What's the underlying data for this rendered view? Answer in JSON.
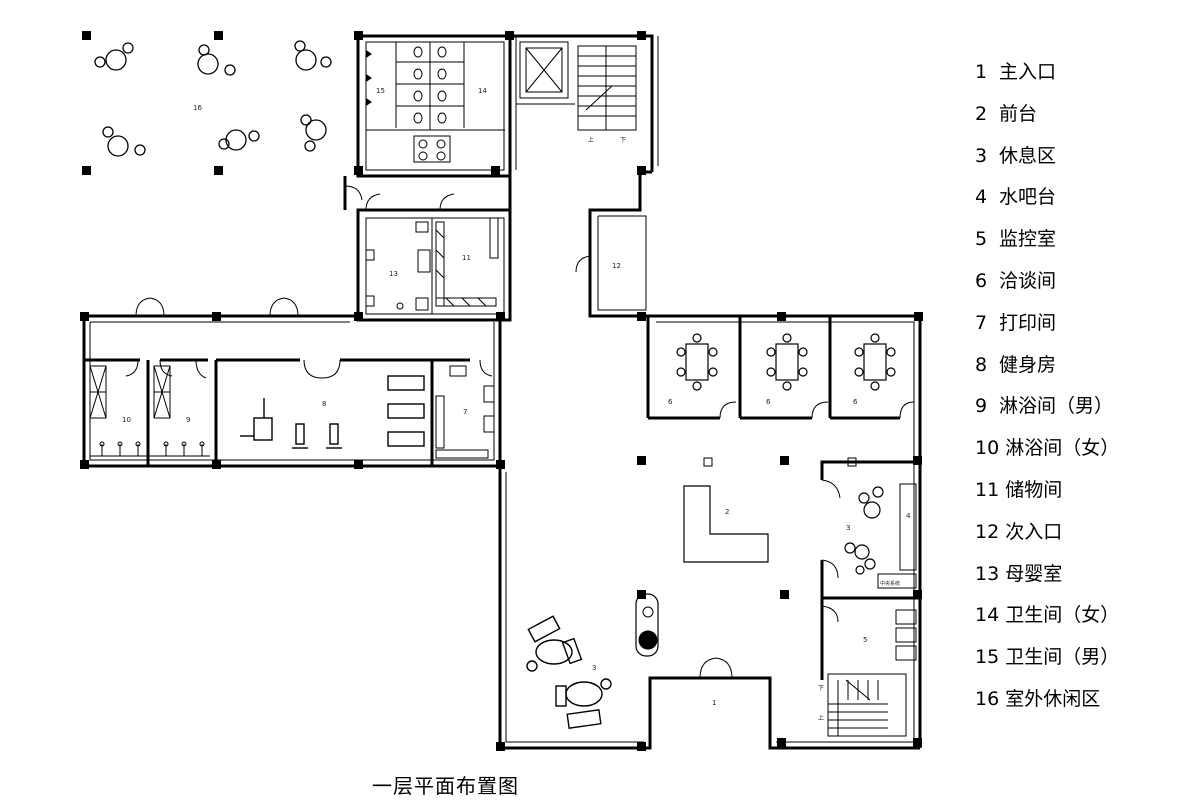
{
  "title": "一层平面布置图",
  "legend": [
    {
      "num": "1",
      "name": "主入口"
    },
    {
      "num": "2",
      "name": "前台"
    },
    {
      "num": "3",
      "name": "休息区"
    },
    {
      "num": "4",
      "name": "水吧台"
    },
    {
      "num": "5",
      "name": "监控室"
    },
    {
      "num": "6",
      "name": "洽谈间"
    },
    {
      "num": "7",
      "name": "打印间"
    },
    {
      "num": "8",
      "name": "健身房"
    },
    {
      "num": "9",
      "name": "淋浴间（男）"
    },
    {
      "num": "10",
      "name": "淋浴间（女）"
    },
    {
      "num": "11",
      "name": "储物间"
    },
    {
      "num": "12",
      "name": "次入口"
    },
    {
      "num": "13",
      "name": "母婴室"
    },
    {
      "num": "14",
      "name": "卫生间（女）"
    },
    {
      "num": "15",
      "name": "卫生间（男）"
    },
    {
      "num": "16",
      "name": "室外休闲区"
    }
  ],
  "room_labels": [
    "1",
    "2",
    "3",
    "3",
    "4",
    "5",
    "6",
    "6",
    "6",
    "7",
    "8",
    "9",
    "10",
    "11",
    "12",
    "13",
    "14",
    "15",
    "16"
  ],
  "stair_labels": {
    "up": "上",
    "down": "下"
  },
  "small_texts": {
    "bar_note": "中央系统"
  },
  "colors": {
    "line": "#000000",
    "background": "#ffffff"
  }
}
